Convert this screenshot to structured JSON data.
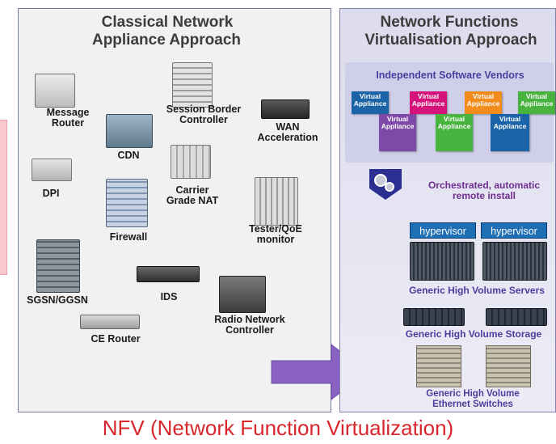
{
  "left_panel": {
    "title_line1": "Classical Network",
    "title_line2": "Appliance Approach",
    "devices": {
      "message_router": "Message\nRouter",
      "session_border_controller": "Session Border\nController",
      "cdn": "CDN",
      "wan_acceleration": "WAN\nAcceleration",
      "dpi": "DPI",
      "carrier_grade_nat": "Carrier\nGrade NAT",
      "firewall": "Firewall",
      "tester_qoe_monitor": "Tester/QoE\nmonitor",
      "sgsn_ggsn": "SGSN/GGSN",
      "ids": "IDS",
      "radio_network_controller": "Radio Network\nController",
      "ce_router": "CE Router"
    }
  },
  "right_panel": {
    "title_line1": "Network Functions",
    "title_line2": "Virtualisation Approach",
    "isv_title": "Independent Software Vendors",
    "virtual_appliance_label": "Virtual\nAppliance",
    "orchestration_text": "Orchestrated, automatic\nremote install",
    "hypervisor_label": "hypervisor",
    "servers_label": "Generic High Volume Servers",
    "storage_label": "Generic High Volume Storage",
    "switches_label": "Generic High Volume\nEthernet Switches"
  },
  "colors": {
    "va_blue": "#1a63a6",
    "va_magenta": "#d6137a",
    "va_orange": "#f28c1c",
    "va_green": "#49b33f",
    "va_purple": "#7d4aa8",
    "arrow": "#8a62c3",
    "footer": "#d8262d"
  },
  "footer": "NFV (Network Function Virtualization)"
}
